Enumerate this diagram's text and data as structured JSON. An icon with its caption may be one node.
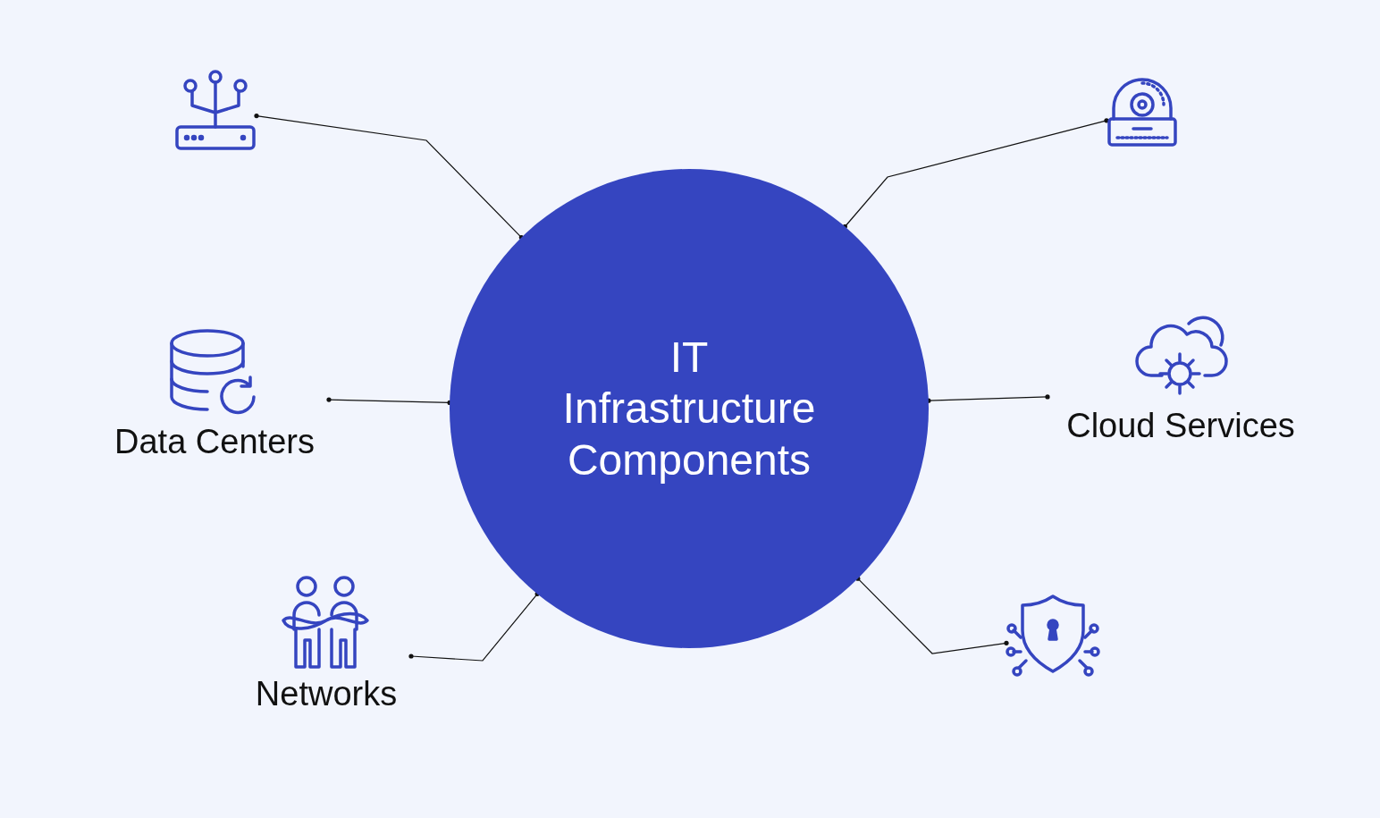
{
  "diagram": {
    "nodes": [
      {
        "text": [],
        "shape": "picture"
      },
      {
        "text": [],
        "shape": "picture"
      },
      {
        "text": [
          "IT Infrastructure Components"
        ]
      },
      {
        "text": [
          "Data Centers"
        ]
      },
      {
        "text": [
          "Cloud Services"
        ]
      },
      {
        "text": [
          "Networks"
        ]
      },
      {
        "text": [],
        "shape": "picture"
      }
    ],
    "edges": [
      {
        "from": 0,
        "to": 2,
        "arrow": "other"
      },
      {
        "from": 1,
        "to": 2,
        "arrow": "other"
      },
      {
        "from": 3,
        "to": 2,
        "arrow": "other"
      },
      {
        "from": 4,
        "to": 2,
        "arrow": "other"
      },
      {
        "from": 5,
        "to": 2,
        "arrow": "other"
      },
      {
        "from": 6,
        "to": 2,
        "arrow": "other"
      }
    ]
  }
}
